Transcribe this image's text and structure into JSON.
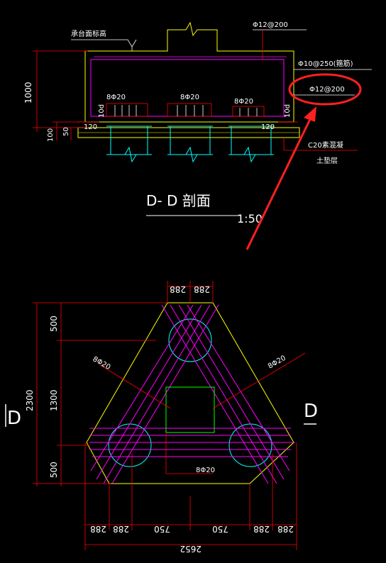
{
  "colors": {
    "background": "#000000",
    "outline": "#ffff00",
    "rebar": "#ff00ff",
    "pile": "#00ffff",
    "dimension": "#ff0000",
    "text": "#ffffff",
    "arrow": "#ff2020",
    "inner_square": "#00ff00"
  },
  "section": {
    "cap_top_label": "承台面标高",
    "top_bar_label": "Φ12@200",
    "stirrup_label": "Φ10@250(箍筋)",
    "circled_label": "Φ12@200",
    "height_dim": "1000",
    "cover_left": "10d",
    "cover_right": "10d",
    "bars_1": "8Φ20",
    "bars_2": "8Φ20",
    "bars_3": "8Φ20",
    "dim_100": "100",
    "dim_50": "50",
    "dim_120_left": "120",
    "dim_120_right": "120",
    "concrete_label": "C20素混凝",
    "soil_label": "土垫层",
    "title": "D- D  剖面",
    "scale": "1:50"
  },
  "plan": {
    "top_dim_1": "288",
    "top_dim_2": "288",
    "left_dim_top": "500",
    "left_dim_mid": "1300",
    "left_dim_bottom": "500",
    "left_dim_total": "2300",
    "bars_left": "8Φ20",
    "bars_right": "8Φ20",
    "bars_bottom": "8Φ20",
    "section_mark_left": "D",
    "section_mark_right": "D",
    "bottom_dims": [
      "288",
      "288",
      "750",
      "750",
      "288",
      "288"
    ],
    "total_dim": "2652"
  }
}
